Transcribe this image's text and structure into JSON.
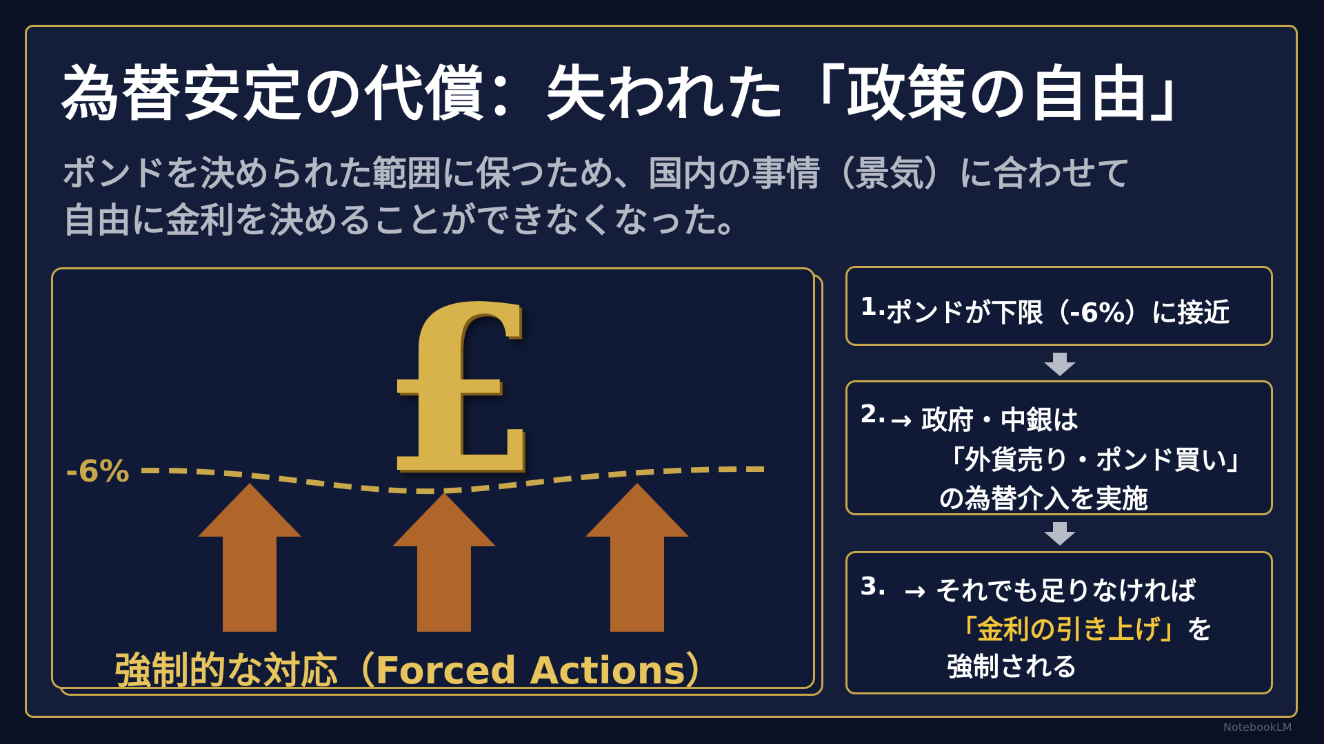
{
  "slide": {
    "title": "為替安定の代償：失われた「政策の自由」",
    "subtitle_line1": "ポンドを決められた範囲に保つため、国内の事情（景気）に合わせて",
    "subtitle_line2": "自由に金利を決めることができなくなった。"
  },
  "illustration": {
    "currency_symbol": "£",
    "limit_label": "-6%",
    "forced_label": "強制的な対応（Forced Actions）",
    "colors": {
      "gold": "#c9a84c",
      "arrow": "#b0652a",
      "bg": "#101a36"
    }
  },
  "steps": [
    {
      "num": "1.",
      "lines": [
        "ポンドが下限（-6%）に接近"
      ]
    },
    {
      "num": "2.",
      "lines": [
        "→ 政府・中銀は",
        "「外貨売り・ポンド買い」",
        "の為替介入を実施"
      ]
    },
    {
      "num": "3.",
      "l1": "→ それでも足りなければ",
      "l2_highlight": "「金利の引き上げ」",
      "l2_rest": "を",
      "l3": "強制される"
    }
  ],
  "watermark": "NotebookLM"
}
